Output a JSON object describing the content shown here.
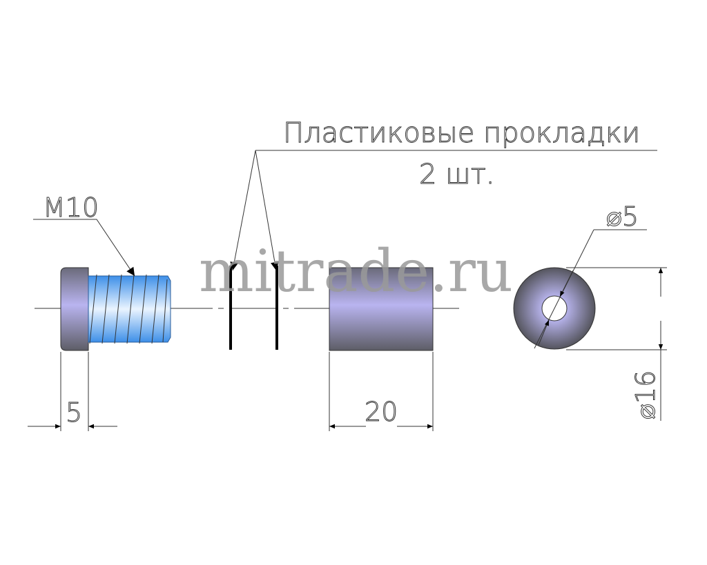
{
  "watermark": "mitrade.ru",
  "labels": {
    "thread": "M10",
    "gaskets_title": "Пластиковые прокладки",
    "gaskets_qty": "2 шт.",
    "head_length": "5",
    "spacer_length": "20",
    "hole_diameter": "⌀5",
    "outer_diameter": "⌀16"
  },
  "colors": {
    "thread": "#4a9cf0",
    "part": "#9a97c8",
    "gasket": "#000000"
  }
}
